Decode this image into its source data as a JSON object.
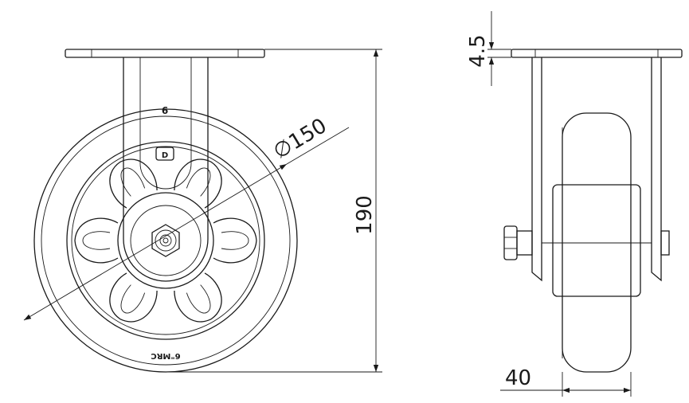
{
  "dimensions": {
    "diameter": "150",
    "diameter_symbol": "∅",
    "height": "190",
    "plate_thickness": "4.5",
    "width": "40"
  },
  "markings": {
    "fork_number": "6",
    "fork_logo": "D",
    "tire_text": "6\"MRC"
  }
}
